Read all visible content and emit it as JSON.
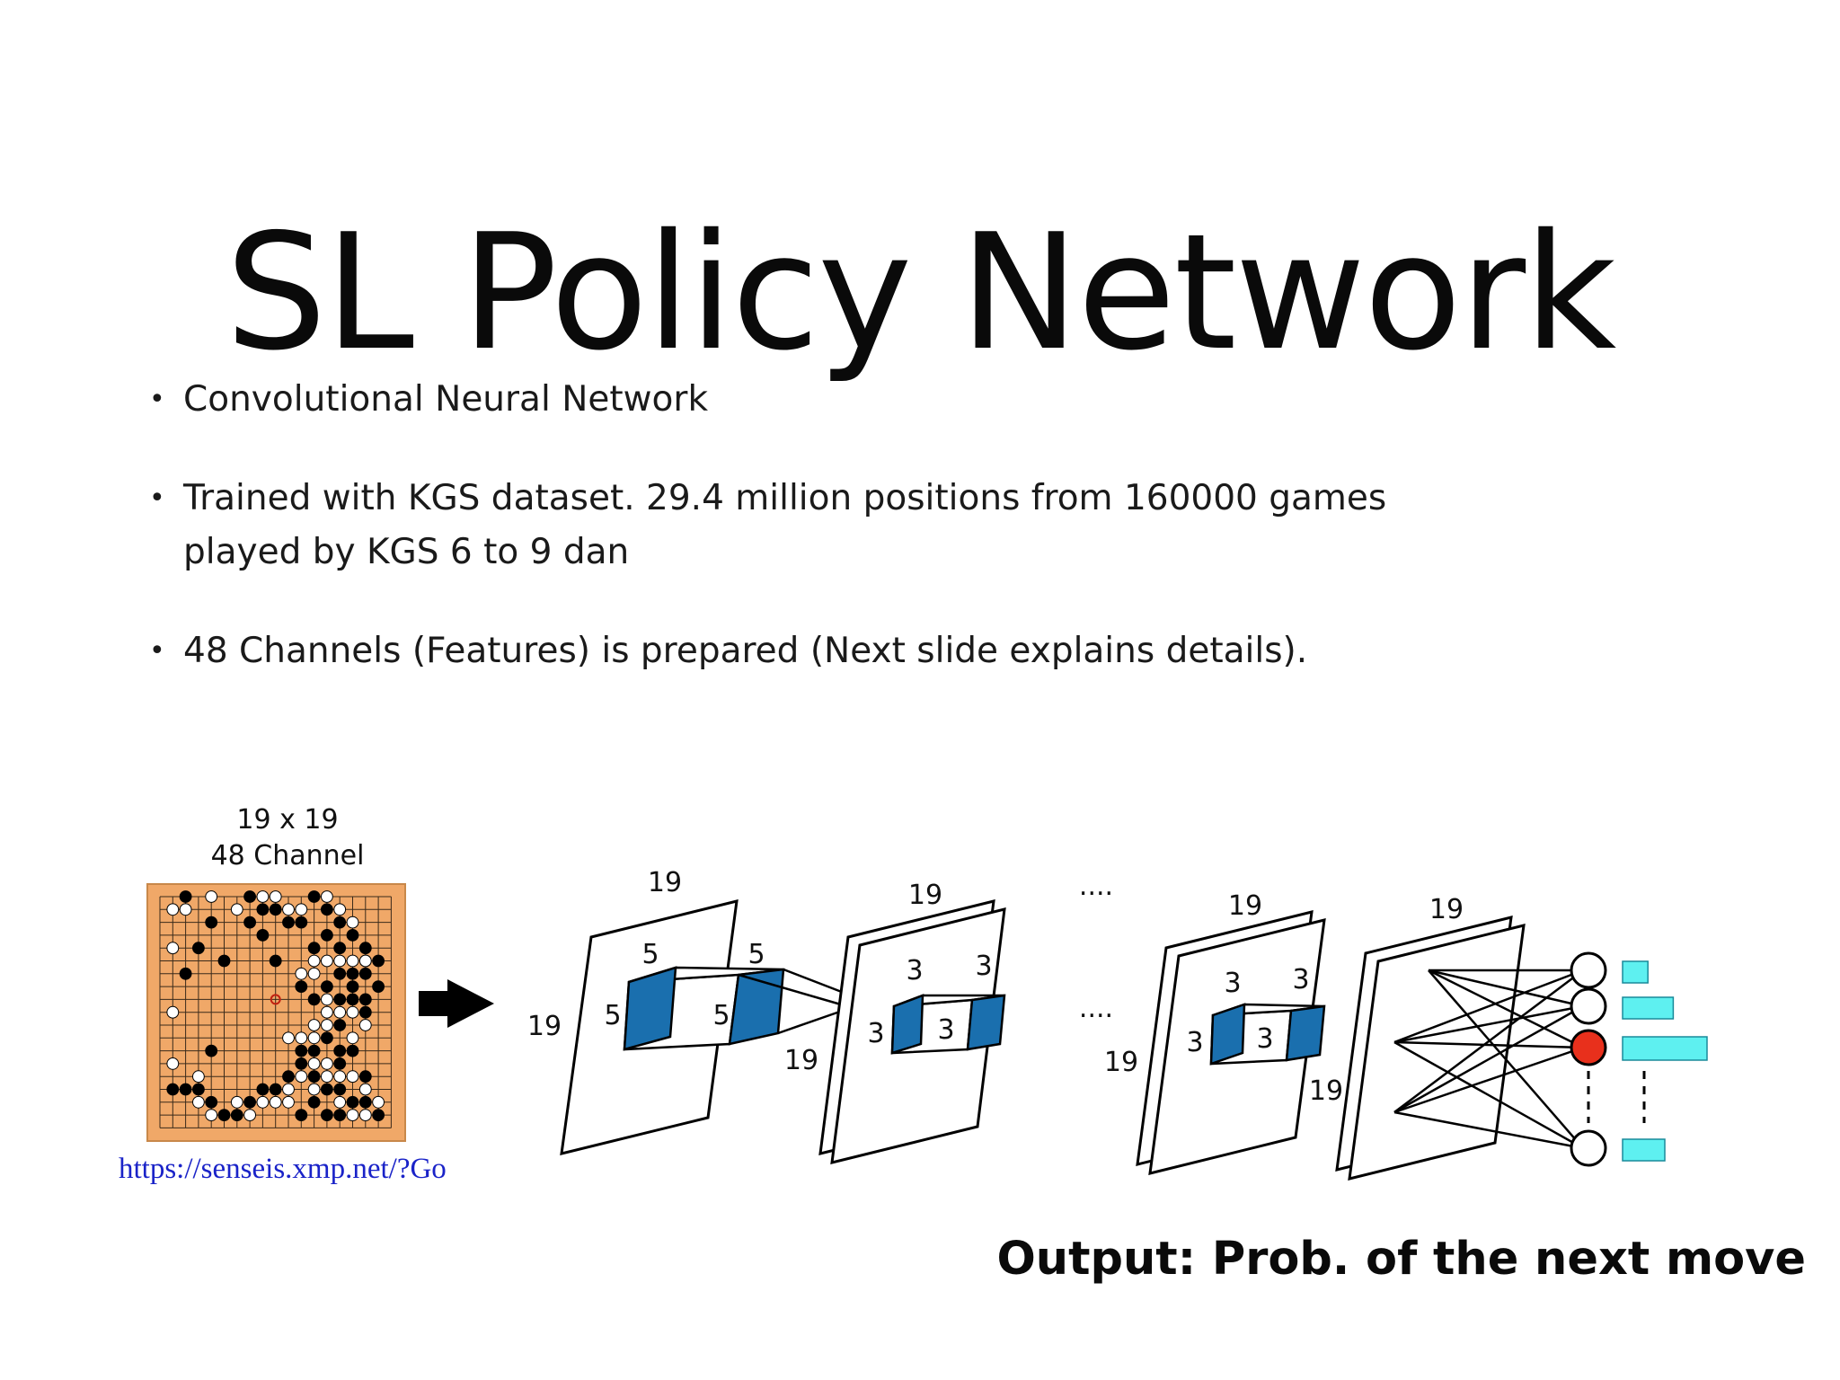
{
  "title": "SL Policy Network",
  "bullets": [
    "Convolutional Neural Network",
    "Trained with KGS dataset. 29.4 million positions from 160000 games played by KGS 6 to 9 dan",
    "48 Channels (Features) is prepared (Next slide explains details)."
  ],
  "bullet_glyph": "•",
  "board": {
    "caption_line1": "19 x 19",
    "caption_line2": "48 Channel",
    "link": "https://senseis.xmp.net/?Go",
    "board_color": "#f0a868"
  },
  "layers": {
    "first": {
      "width": "19",
      "height": "19",
      "kernel_a": "5",
      "kernel_b": "5",
      "kernel_c": "5",
      "kernel_d": "5"
    },
    "second": {
      "width": "19",
      "height": "19",
      "kernel_a": "3",
      "kernel_b": "3",
      "kernel_c": "3",
      "kernel_d": "3"
    },
    "third": {
      "width": "19",
      "height": "19",
      "kernel_a": "3",
      "kernel_b": "3",
      "kernel_c": "3",
      "kernel_d": "3"
    },
    "last": {
      "width": "19"
    },
    "ellipsis_top": "....",
    "ellipsis_mid": "....",
    "kernel_color": "#1a6fae"
  },
  "output": {
    "caption": "Output: Prob. of the next move",
    "node_selected_color": "#e8301c",
    "bar_color": "#5ef0f0",
    "probabilities": [
      0.3,
      0.6,
      1.0,
      0.5
    ]
  }
}
